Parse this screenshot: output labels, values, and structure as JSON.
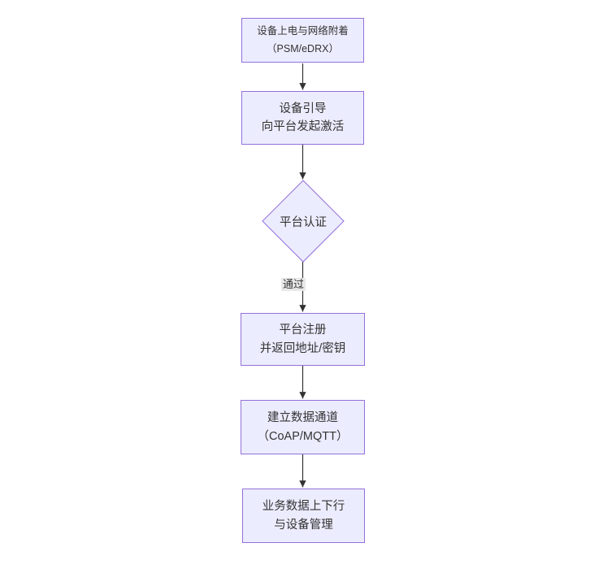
{
  "diagram": {
    "type": "flowchart",
    "direction": "top-down",
    "nodes": [
      {
        "id": "power-attach",
        "shape": "rect",
        "lines": [
          "设备上电与网络附着",
          "（PSM/eDRX）"
        ]
      },
      {
        "id": "bootstrap",
        "shape": "rect",
        "lines": [
          "设备引导",
          "向平台发起激活"
        ]
      },
      {
        "id": "platform-auth",
        "shape": "diamond",
        "lines": [
          "平台认证"
        ]
      },
      {
        "id": "platform-register",
        "shape": "rect",
        "lines": [
          "平台注册",
          "并返回地址/密钥"
        ]
      },
      {
        "id": "data-channel",
        "shape": "rect",
        "lines": [
          "建立数据通道",
          "（CoAP/MQTT）"
        ]
      },
      {
        "id": "business-data",
        "shape": "rect",
        "lines": [
          "业务数据上下行",
          "与设备管理"
        ]
      }
    ],
    "edges": [
      {
        "from": "power-attach",
        "to": "bootstrap",
        "label": ""
      },
      {
        "from": "bootstrap",
        "to": "platform-auth",
        "label": ""
      },
      {
        "from": "platform-auth",
        "to": "platform-register",
        "label": "通过"
      },
      {
        "from": "platform-register",
        "to": "data-channel",
        "label": ""
      },
      {
        "from": "data-channel",
        "to": "business-data",
        "label": ""
      }
    ],
    "colors": {
      "node_fill": "#ECECFF",
      "node_border": "#9370DB",
      "edge_line": "#333333",
      "text": "#333333",
      "edge_label_bg": "#e8e8e8",
      "background": "#ffffff"
    }
  }
}
